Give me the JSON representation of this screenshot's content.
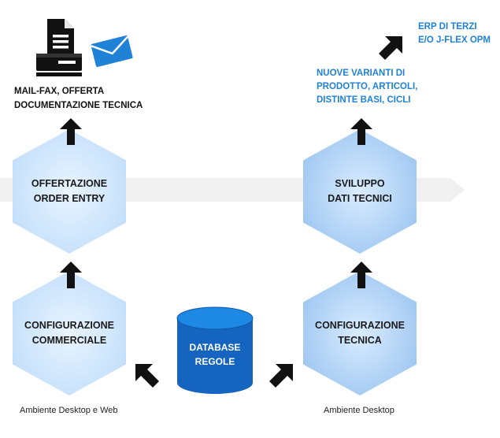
{
  "colors": {
    "accent_blue": "#1f82d6",
    "database_blue": "#1565c0",
    "band_gray": "#f0f0f0",
    "arrow_black": "#111111"
  },
  "icons": [
    "document-printer-icon",
    "mail-envelope-icon"
  ],
  "top_left_label": "MAIL-FAX, OFFERTA\nDOCUMENTAZIONE TECNICA",
  "top_right_label": "ERP DI TERZI\nE/O J-FLEX OPM",
  "mid_right_label": "NUOVE VARIANTI DI\nPRODOTTO, ARTICOLI,\nDISTINTE BASI, CICLI",
  "nodes": {
    "offertazione": "OFFERTAZIONE\nORDER ENTRY",
    "sviluppo": "SVILUPPO\nDATI TECNICI",
    "config_commerciale": "CONFIGURAZIONE\nCOMMERCIALE",
    "config_tecnica": "CONFIGURAZIONE\nTECNICA",
    "database": "DATABASE\nREGOLE"
  },
  "captions": {
    "left": "Ambiente Desktop e Web",
    "right": "Ambiente Desktop"
  }
}
